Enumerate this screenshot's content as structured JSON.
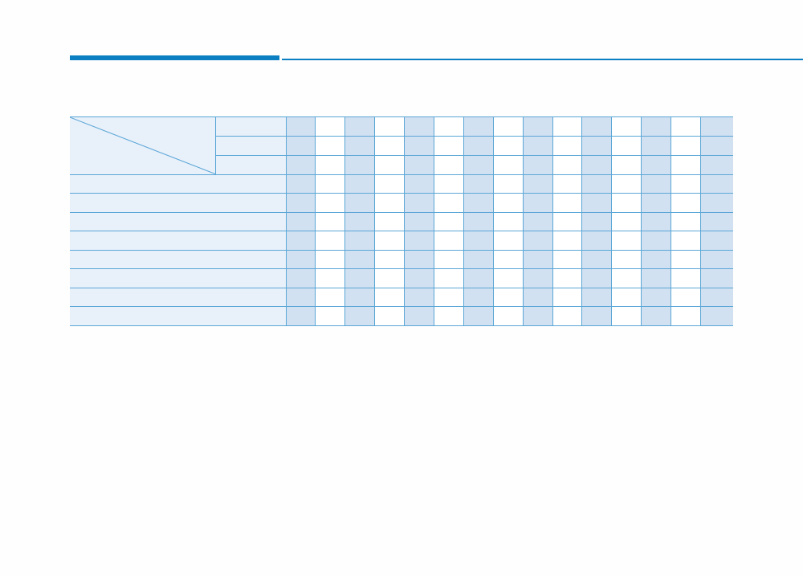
{
  "colors": {
    "accent": "#0b7fc1",
    "line": "#5aa6d6",
    "header_light": "#e8f0fa",
    "column_shade": "#d2e1f2"
  },
  "table": {
    "header_subrows": 3,
    "body_rows": 8,
    "value_columns": 15,
    "shaded_column_pattern": "alternating, starting shaded"
  }
}
